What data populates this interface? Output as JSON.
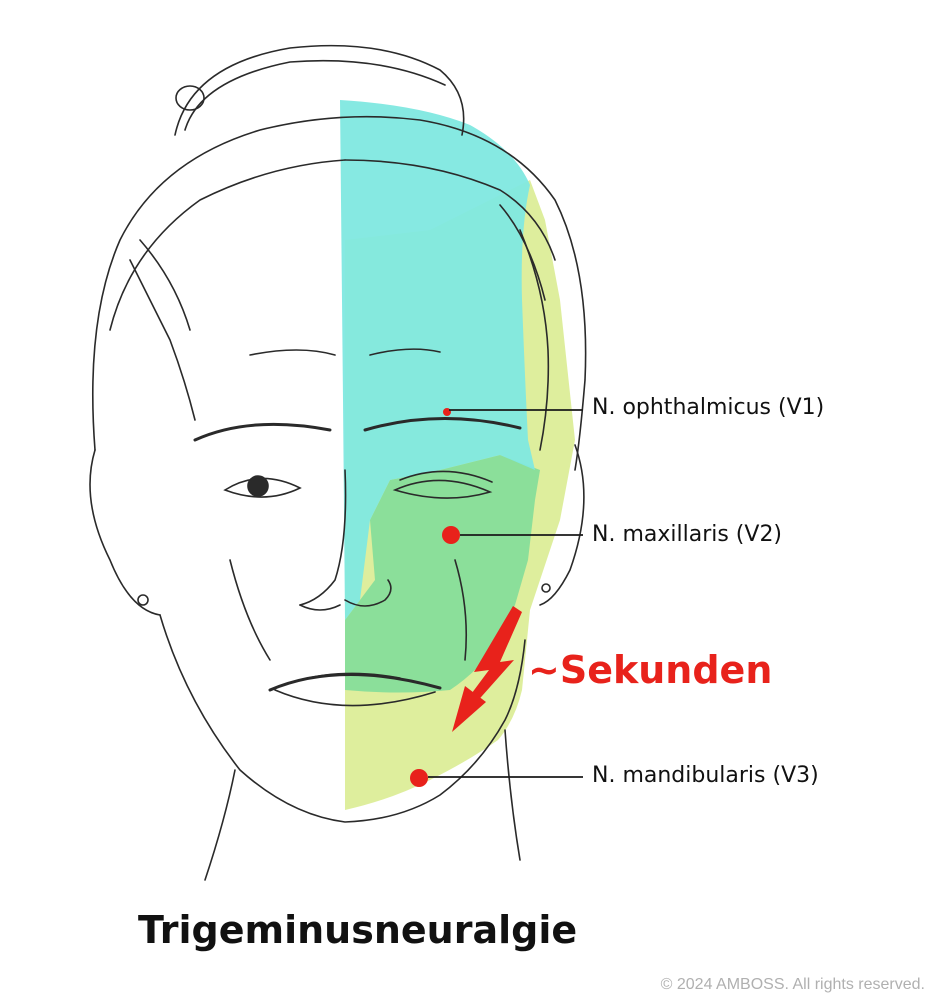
{
  "figure": {
    "title": "Trigeminusneuralgie",
    "callout": "~Sekunden",
    "copyright": "© 2024 AMBOSS. All rights reserved."
  },
  "regions": [
    {
      "label": "N. ophthalmicus (V1)",
      "color": "#7fe8e0"
    },
    {
      "label": "N. maxillaris (V2)",
      "color": "#86dd9a"
    },
    {
      "label": "N. mandibularis (V3)",
      "color": "#d8eb8c"
    }
  ],
  "colors": {
    "marker": "#e8221b",
    "callout": "#e8221b",
    "line": "#1a1a1a",
    "sketch": "#2a2a2a"
  },
  "icons": [
    "lightning-arrow-icon"
  ]
}
